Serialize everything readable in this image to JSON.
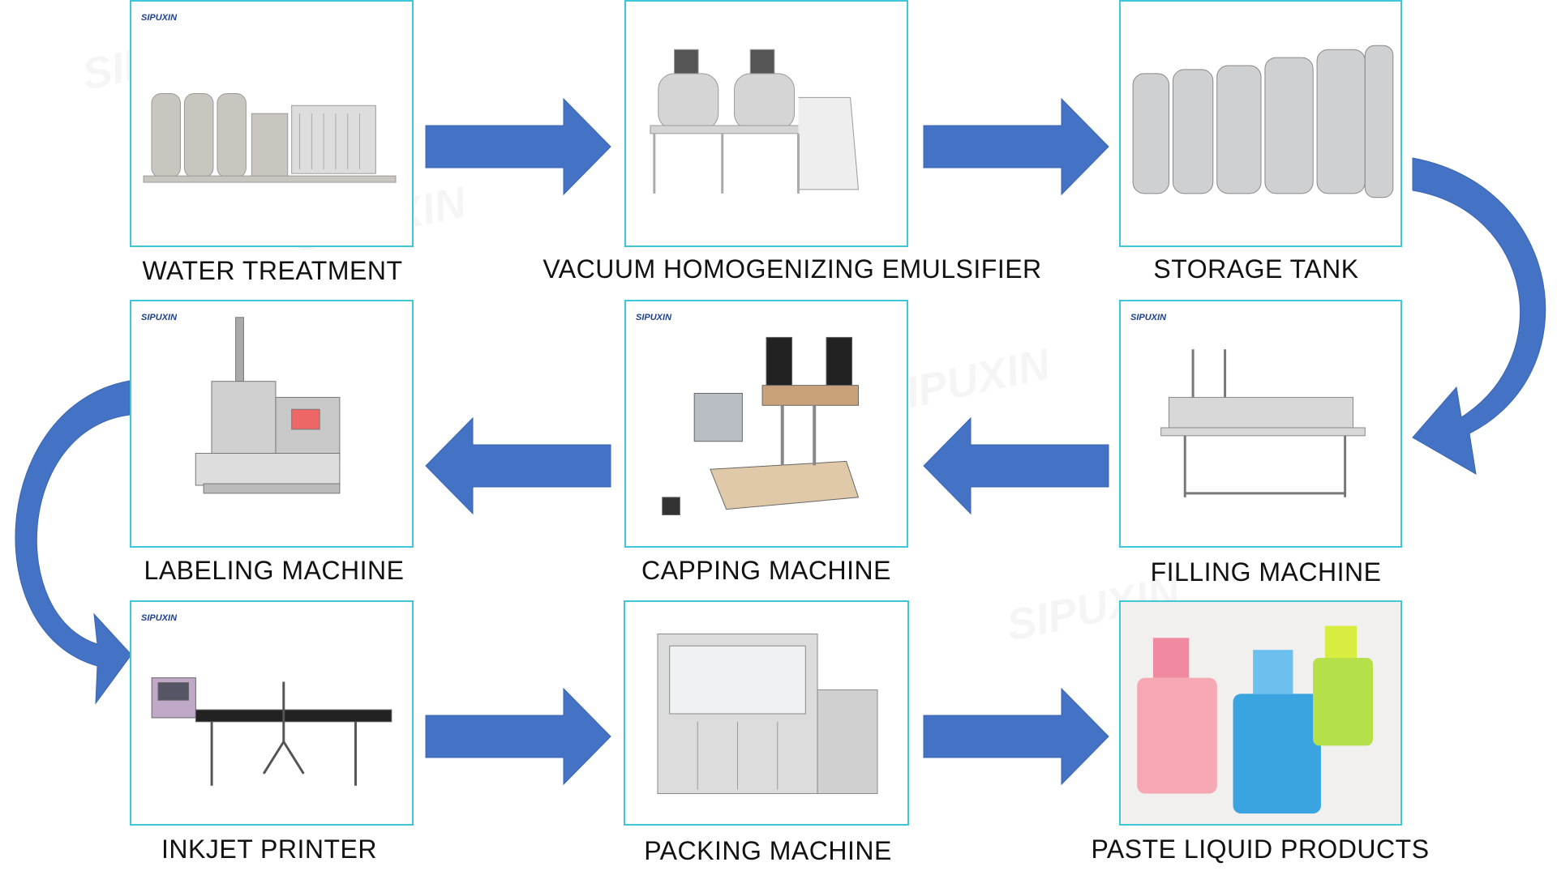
{
  "brand": "SIPUXIN",
  "watermark": "SIPUXIN",
  "colors": {
    "arrow": "#4472C4",
    "box_border": "#3FC6D8"
  },
  "steps": [
    {
      "label": "WATER TREATMENT",
      "icon": "water-treatment-machine"
    },
    {
      "label": "VACUUM HOMOGENIZING EMULSIFIER",
      "icon": "emulsifier-machine"
    },
    {
      "label": "STORAGE TANK",
      "icon": "storage-tank"
    },
    {
      "label": "FILLING MACHINE",
      "icon": "filling-machine"
    },
    {
      "label": "CAPPING  MACHINE",
      "icon": "capping-machine"
    },
    {
      "label": "LABELING MACHINE",
      "icon": "labeling-machine"
    },
    {
      "label": "INKJET PRINTER",
      "icon": "inkjet-printer"
    },
    {
      "label": "PACKING MACHINE",
      "icon": "packing-machine"
    },
    {
      "label": "PASTE LIQUID PRODUCTS",
      "icon": "liquid-bottles"
    }
  ]
}
